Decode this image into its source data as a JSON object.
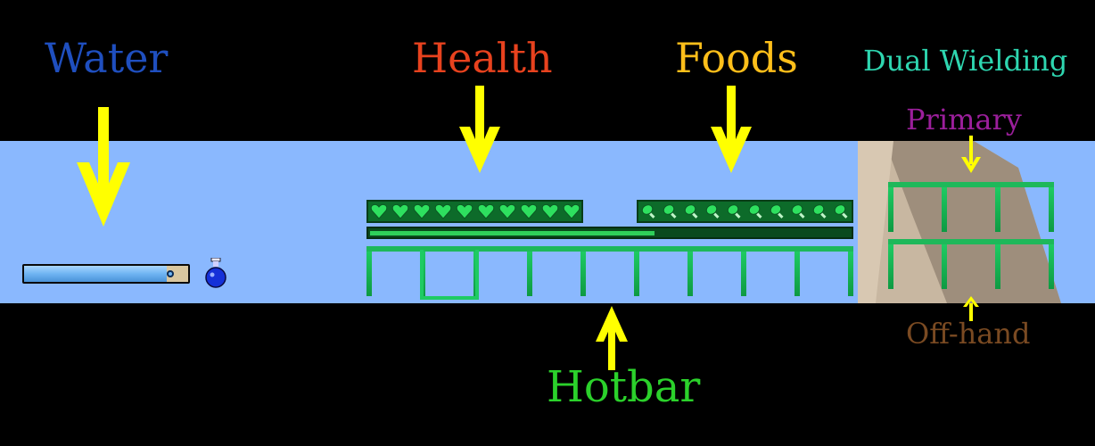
{
  "labels": {
    "water": "Water",
    "health": "Health",
    "foods": "Foods",
    "dual_wielding": "Dual Wielding",
    "primary": "Primary",
    "off_hand": "Off-hand",
    "hotbar": "Hotbar"
  },
  "colors": {
    "water_label": "#1f4fbf",
    "health_label": "#e8421e",
    "foods_label": "#ffbf1a",
    "dual_label": "#2ed6b0",
    "primary_label": "#9b1f9b",
    "offhand_label": "#7a4a22",
    "hotbar_label": "#2bd12b",
    "arrow": "#ffff00",
    "sky": "#8ab8fe",
    "slot_green": "#1eb85a"
  },
  "hud": {
    "water_level": 0.87,
    "health_hearts": 10,
    "food_icons": 10,
    "experience_progress": 0.59,
    "hotbar_slots": 9,
    "selected_hotbar_slot": 2,
    "dual_wield_slots_per_row": 3
  },
  "icons": {
    "health": "heart-icon",
    "food": "drumstick-icon",
    "water_potion": "potion-icon"
  }
}
